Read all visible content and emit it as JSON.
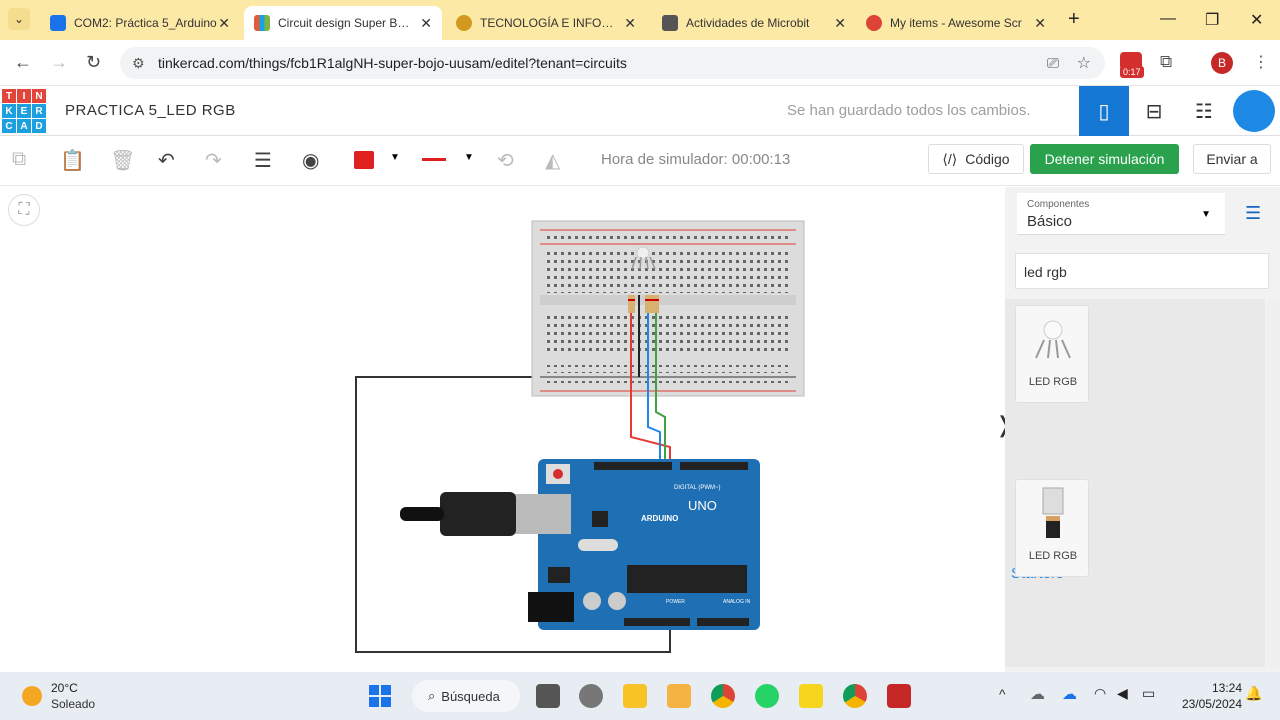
{
  "browser": {
    "tabs": [
      {
        "title": "COM2: Práctica 5_Arduino",
        "color": "#1a73e8"
      },
      {
        "title": "Circuit design Super Bojo",
        "color": "#e25b3a",
        "active": true
      },
      {
        "title": "TECNOLOGÍA E INFORMA",
        "color": "#d19a1e"
      },
      {
        "title": "Actividades de Microbit",
        "color": "#555555"
      },
      {
        "title": "My items - Awesome Scr",
        "color": "#db4437"
      }
    ],
    "url": "tinkercad.com/things/fcb1R1algNH-super-bojo-uusam/editel?tenant=circuits",
    "extension_badge": "0:17",
    "profile_initial": "B"
  },
  "header": {
    "logo_letters": [
      "T",
      "I",
      "N",
      "K",
      "E",
      "R",
      "C",
      "A",
      "D"
    ],
    "project_title": "PRACTICA 5_LED RGB",
    "save_status": "Se han guardado todos los cambios."
  },
  "toolbar": {
    "sim_time": "Hora de simulador: 00:00:13",
    "code_label": "Código",
    "stop_sim_label": "Detener simulación",
    "send_label": "Enviar a",
    "fill_color": "#e0201f"
  },
  "panel": {
    "components_label": "Componentes",
    "components_value": "Básico",
    "search_value": "led rgb",
    "results": [
      {
        "label": "LED RGB"
      }
    ],
    "starters_heading": "Starters",
    "starters": [
      {
        "label": "LED RGB"
      }
    ]
  },
  "taskbar": {
    "weather_temp": "20°C",
    "weather_desc": "Soleado",
    "search_label": "Búsqueda",
    "time": "13:24",
    "date": "23/05/2024"
  },
  "circuit": {
    "arduino_label": "ARDUINO",
    "uno_label": "UNO",
    "digital_label": "DIGITAL (PWM~)",
    "power_label": "POWER",
    "analog_label": "ANALOG IN"
  }
}
